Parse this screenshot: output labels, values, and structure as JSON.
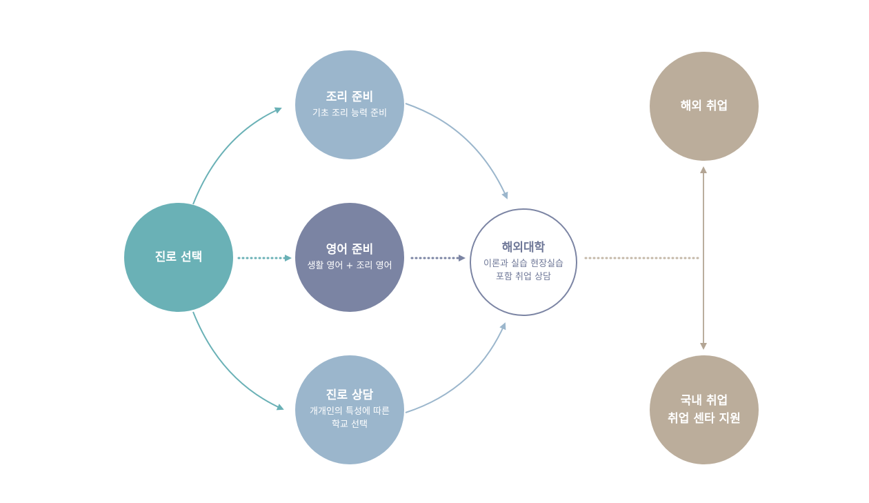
{
  "nodes": {
    "career_choice": {
      "title": "진로 선택"
    },
    "cooking_prep": {
      "title": "조리 준비",
      "sub": [
        "기초 조리 능력 준비"
      ]
    },
    "english_prep": {
      "title": "영어 준비",
      "sub": [
        "생활 영어 + 조리 영어"
      ]
    },
    "career_consult": {
      "title": "진로 상담",
      "sub": [
        "개개인의 특성에 따른",
        "학교 선택"
      ]
    },
    "overseas_univ": {
      "title": "해외대학",
      "sub": [
        "이론과 실습 현장실습",
        "포함 취업 상담"
      ]
    },
    "overseas_job": {
      "title": "해외 취업"
    },
    "domestic_job": {
      "title": [
        "국내 취업",
        "취업 센타 지원"
      ]
    }
  },
  "colors": {
    "teal": "#6ab1b6",
    "light_blue": "#9bb6cc",
    "slate": "#7b84a3",
    "taupe": "#bbad9b"
  }
}
